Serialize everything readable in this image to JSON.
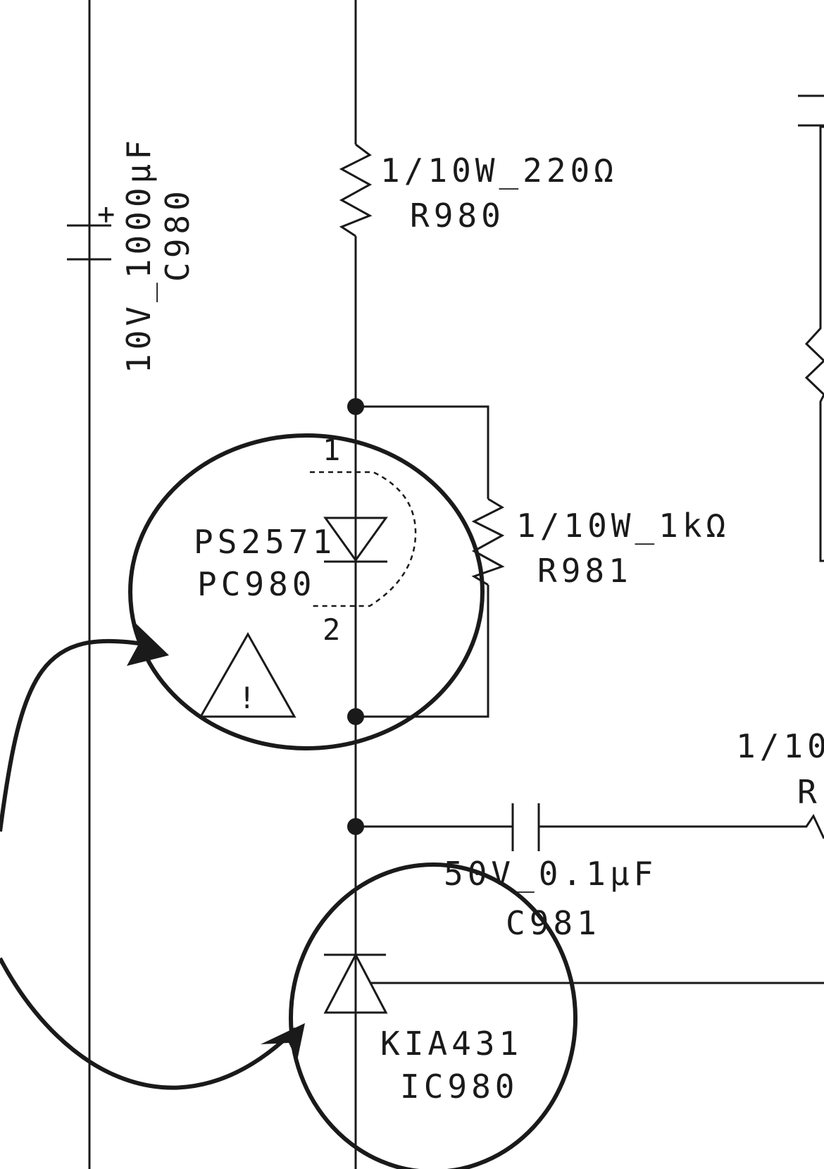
{
  "components": {
    "c980": {
      "value": "10V_1000μF",
      "ref": "C980",
      "polarity": "+"
    },
    "r980": {
      "value": "1/10W_220Ω",
      "ref": "R980"
    },
    "r981": {
      "value": "1/10W_1kΩ",
      "ref": "R981"
    },
    "pc980": {
      "part": "PS2571",
      "ref": "PC980",
      "pin1": "1",
      "pin2": "2"
    },
    "c981": {
      "value": "50V_0.1μF",
      "ref": "C981"
    },
    "ic980": {
      "part": "KIA431",
      "ref": "IC980"
    },
    "partial_right": {
      "value": "1/10",
      "ref": "R"
    }
  },
  "warning": {
    "symbol": "!"
  },
  "colors": {
    "ink": "#1a1a1a",
    "background": "#ffffff"
  }
}
